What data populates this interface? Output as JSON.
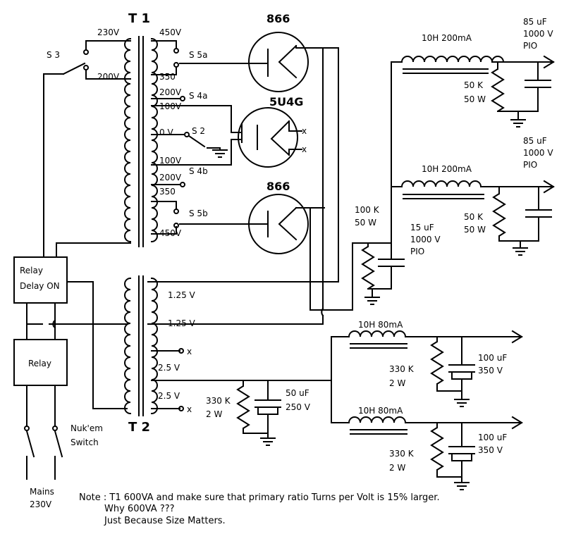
{
  "transformers": {
    "t1": "T 1",
    "t2": "T 2"
  },
  "tubes": {
    "v1": "866",
    "v2": "5U4G",
    "v3": "866"
  },
  "t1_primary": {
    "tap_high": "230V",
    "tap_low": "200V"
  },
  "t1_secondary": {
    "tap_450_top": "450V",
    "tap_350_top": "350",
    "tap_200_top": "200V",
    "tap_100_top": "100V",
    "tap_zero": "0 V",
    "tap_100_bot": "100V",
    "tap_200_bot": "200V",
    "tap_350_bot": "350",
    "tap_450_bot": "450V"
  },
  "switches": {
    "s3": "S 3",
    "s5a": "S 5a",
    "s4a": "S 4a",
    "s2": "S 2",
    "s4b": "S 4b",
    "s5b": "S 5b",
    "nukem_1": "Nuk'em",
    "nukem_2": "Switch"
  },
  "t2_windings": {
    "w1": "1.25 V",
    "w2": "1.25 V",
    "w3": "2.5 V",
    "w4": "2.5 V"
  },
  "relays": {
    "delay_1": "Relay",
    "delay_2": "Delay ON",
    "relay": "Relay"
  },
  "mains": {
    "label": "Mains",
    "voltage": "230V"
  },
  "hv_supply": {
    "choke1": "10H 200mA",
    "cap1_a": "85 uF",
    "cap1_b": "1000 V",
    "cap1_c": "PIO",
    "res1_a": "50 K",
    "res1_b": "50 W",
    "choke2": "10H 200mA",
    "cap2_a": "85 uF",
    "cap2_b": "1000 V",
    "cap2_c": "PIO",
    "res2_a": "50 K",
    "res2_b": "50 W",
    "bleeder_a": "100 K",
    "bleeder_b": "50 W",
    "cap3_a": "15 uF",
    "cap3_b": "1000 V",
    "cap3_c": "PIO"
  },
  "lv_supply": {
    "choke1": "10H 80mA",
    "cap1_a": "100 uF",
    "cap1_b": "350 V",
    "res1_a": "330 K",
    "res1_b": "2 W",
    "choke2": "10H 80mA",
    "cap2_a": "100 uF",
    "cap2_b": "350 V",
    "res2_a": "330 K",
    "res2_b": "2 W",
    "res_main_a": "330 K",
    "res_main_b": "2 W",
    "cap_main_a": "50 uF",
    "cap_main_b": "250 V"
  },
  "marks": {
    "nc": "x"
  },
  "note": {
    "line1": "Note : T1 600VA and make sure that primary ratio Turns per Volt is 15% larger.",
    "line2": "Why 600VA ???",
    "line3": "Just Because Size Matters."
  }
}
